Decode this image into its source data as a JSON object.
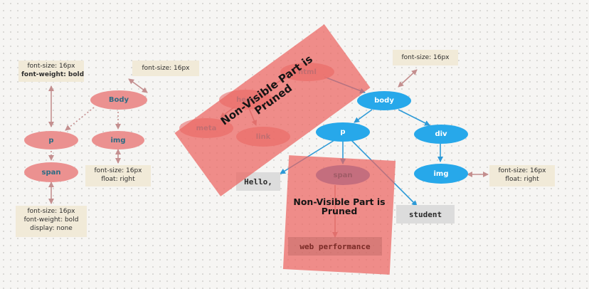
{
  "left_tree": {
    "nodes": {
      "body": "Body",
      "p": "p",
      "img": "img",
      "span": "span"
    },
    "labels": {
      "top_left": [
        "font-size: 16px",
        "font-weight: bold"
      ],
      "top_body": [
        "font-size: 16px"
      ],
      "img": [
        "font-size: 16px",
        "float: right"
      ],
      "span": [
        "font-size: 16px",
        "font-weight: bold",
        "display: none"
      ]
    }
  },
  "right_tree": {
    "nodes": {
      "html": "html",
      "head": "head",
      "meta": "meta",
      "link": "link",
      "body": "body",
      "p": "p",
      "div": "div",
      "img": "img",
      "span": "span"
    },
    "labels": {
      "body": [
        "font-size: 16px"
      ],
      "img": [
        "font-size: 16px",
        "float: right"
      ]
    },
    "text_nodes": {
      "hello": "Hello,",
      "student": "student",
      "web_performance": "web performance"
    }
  },
  "pruned_label": "Non-Visible Part is Pruned",
  "colors": {
    "pink_node": "#eb9190",
    "blue_node": "#27a8ea",
    "prune_overlay": "#ec6460",
    "label_bg": "#f1ead8",
    "text_box": "#dcdcdc",
    "pink_arrow": "#c48f8f",
    "blue_arrow": "#2d9ad7"
  }
}
